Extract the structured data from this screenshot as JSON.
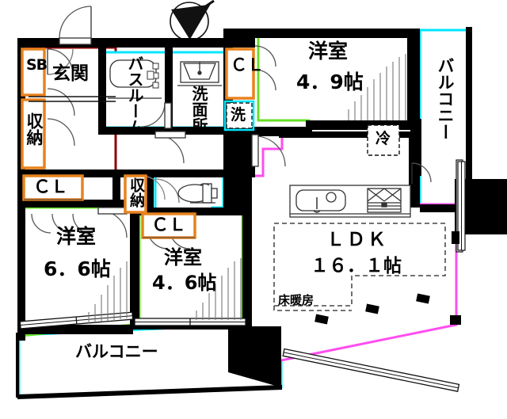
{
  "plan": {
    "type": "japanese-apartment-floor-plan",
    "compass": {
      "name": "north-arrow",
      "direction": "north-east"
    },
    "colors": {
      "wall": "#000000",
      "entry_room_outline": "#8b0000",
      "wet_room_outline": "#00e5ff",
      "bedroom_outline": "#66e026",
      "ldk_outline": "#ff4df0",
      "closet_outline": "#e8821e",
      "balcony_outline": "#00e5ff",
      "appliance_dash": "#000000",
      "text": "#000000"
    },
    "rooms": [
      {
        "key": "genkan",
        "name": "玄関",
        "area": "",
        "outline": "#8b0000"
      },
      {
        "key": "bathroom",
        "name": "バスルーム",
        "area": "",
        "outline": "#00e5ff"
      },
      {
        "key": "washroom",
        "name": "洗面所",
        "area": "",
        "outline": "#00e5ff"
      },
      {
        "key": "bedroom_n",
        "name": "洋室",
        "area": "4．9帖",
        "outline": "#66e026"
      },
      {
        "key": "bedroom_w",
        "name": "洋室",
        "area": "6．6帖",
        "outline": "#66e026"
      },
      {
        "key": "bedroom_s",
        "name": "洋室",
        "area": "4．6帖",
        "outline": "#66e026"
      },
      {
        "key": "ldk",
        "name": "ＬＤＫ",
        "area": "１６．１帖",
        "outline": "#ff4df0"
      }
    ],
    "labels": {
      "genkan": "玄関",
      "shoe_box": "SB",
      "storage_entry": "収納",
      "storage_hall": "収納",
      "closet_hall": "ＣＬ",
      "closet_north": "ＣＬ",
      "closet_west": "ＣＬ",
      "closet_south": "ＣＬ",
      "bathroom": "バスルーム",
      "washroom": "洗面所",
      "washer": "洗",
      "fridge": "冷",
      "bedroom_north_name": "洋室",
      "bedroom_north_area": "4．9帖",
      "bedroom_west_name": "洋室",
      "bedroom_west_area": "6．6帖",
      "bedroom_south_name": "洋室",
      "bedroom_south_area": "4．6帖",
      "ldk_name": "ＬＤＫ",
      "ldk_area": "１６．１帖",
      "floor_heating": "床暖房",
      "balcony_east": "バルコニー",
      "balcony_south": "バルコニー"
    },
    "fixtures": [
      {
        "name": "kitchen-sink",
        "label": ""
      },
      {
        "name": "gas-stove-2burner",
        "label": ""
      },
      {
        "name": "bathtub",
        "label": ""
      },
      {
        "name": "vanity-sink",
        "label": ""
      },
      {
        "name": "toilet",
        "label": ""
      },
      {
        "name": "washing-machine-space",
        "label": "洗"
      },
      {
        "name": "refrigerator-space",
        "label": "冷"
      }
    ]
  }
}
